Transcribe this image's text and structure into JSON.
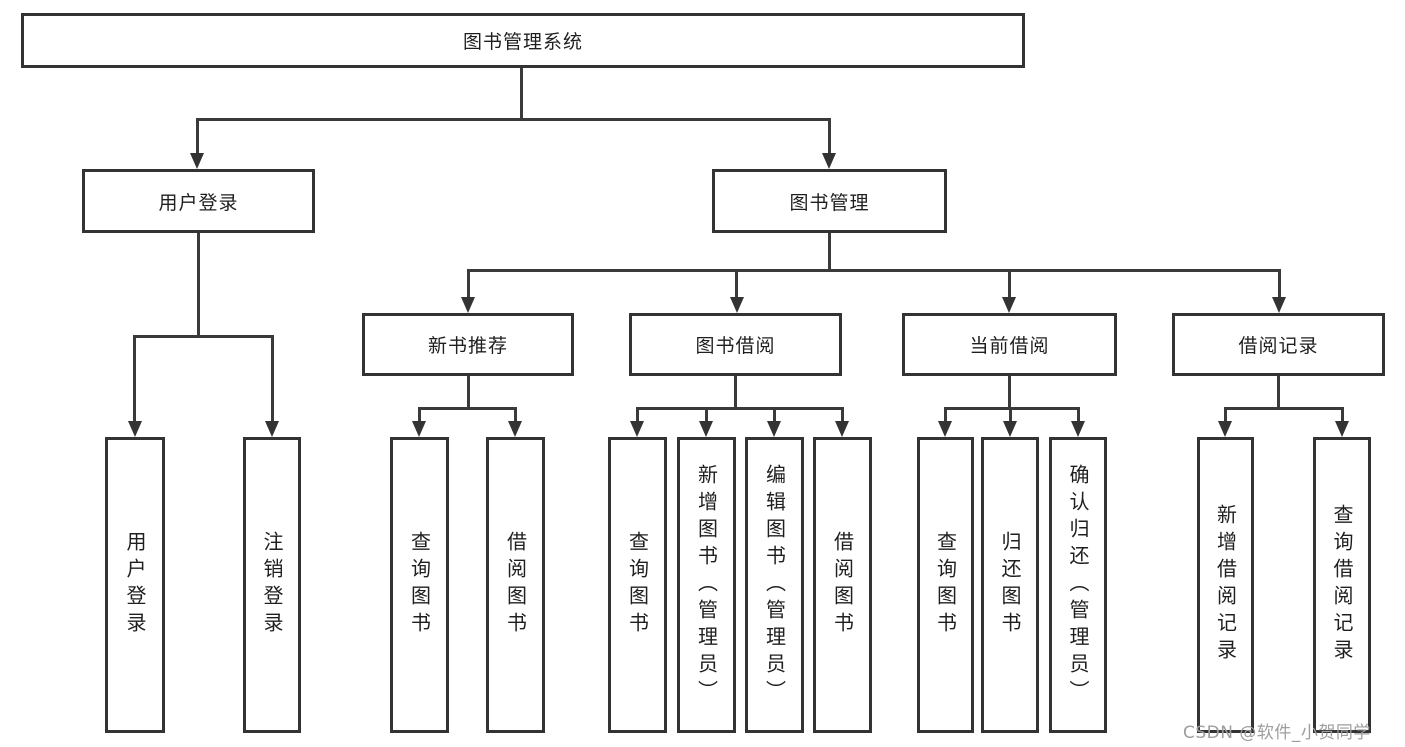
{
  "diagram": {
    "type": "hierarchy-flowchart",
    "colors": {
      "box_border": "#333333",
      "connector": "#3a3a3a",
      "text": "#1f1f1f",
      "background": "#ffffff",
      "watermark": "#9e9e9e"
    },
    "tree": {
      "root": {
        "label": "图书管理系统"
      },
      "level1": [
        {
          "label": "用户登录",
          "children": [
            {
              "label": "用户登录"
            },
            {
              "label": "注销登录"
            }
          ]
        },
        {
          "label": "图书管理",
          "children": [
            {
              "label": "新书推荐",
              "children": [
                {
                  "label": "查询图书"
                },
                {
                  "label": "借阅图书"
                }
              ]
            },
            {
              "label": "图书借阅",
              "children": [
                {
                  "label": "查询图书"
                },
                {
                  "label": "新增图书（管理员）"
                },
                {
                  "label": "编辑图书（管理员）"
                },
                {
                  "label": "借阅图书"
                }
              ]
            },
            {
              "label": "当前借阅",
              "children": [
                {
                  "label": "查询图书"
                },
                {
                  "label": "归还图书"
                },
                {
                  "label": "确认归还（管理员）"
                }
              ]
            },
            {
              "label": "借阅记录",
              "children": [
                {
                  "label": "新增借阅记录"
                },
                {
                  "label": "查询借阅记录"
                }
              ]
            }
          ]
        }
      ]
    },
    "watermark": {
      "text": "CSDN @软件_小贺同学"
    }
  }
}
